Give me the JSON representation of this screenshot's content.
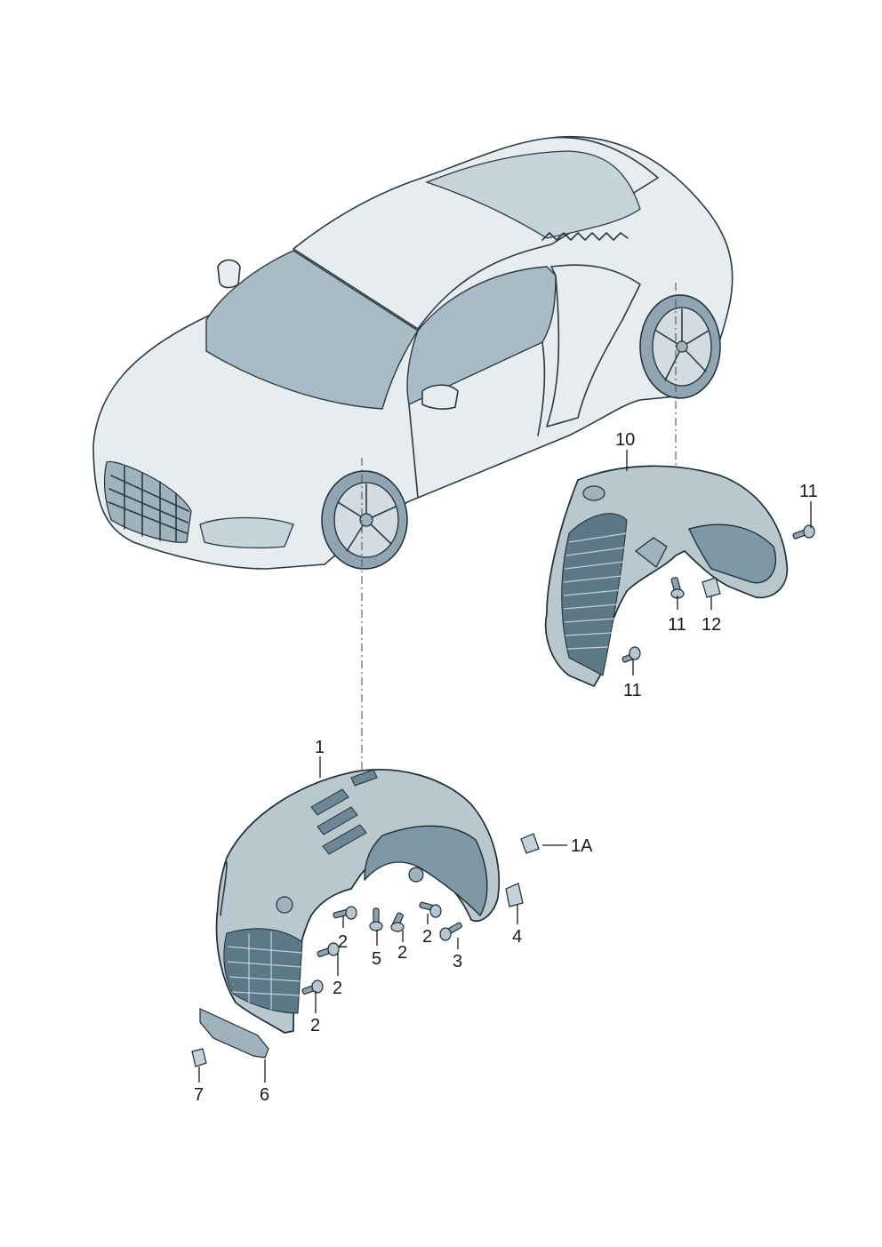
{
  "callouts": {
    "c1": "1",
    "c1A": "1A",
    "c2a": "2",
    "c2b": "2",
    "c2c": "2",
    "c2d": "2",
    "c2e": "2",
    "c3": "3",
    "c4": "4",
    "c5": "5",
    "c6": "6",
    "c7": "7",
    "c10": "10",
    "c11a": "11",
    "c11b": "11",
    "c11c": "11",
    "c12": "12"
  }
}
